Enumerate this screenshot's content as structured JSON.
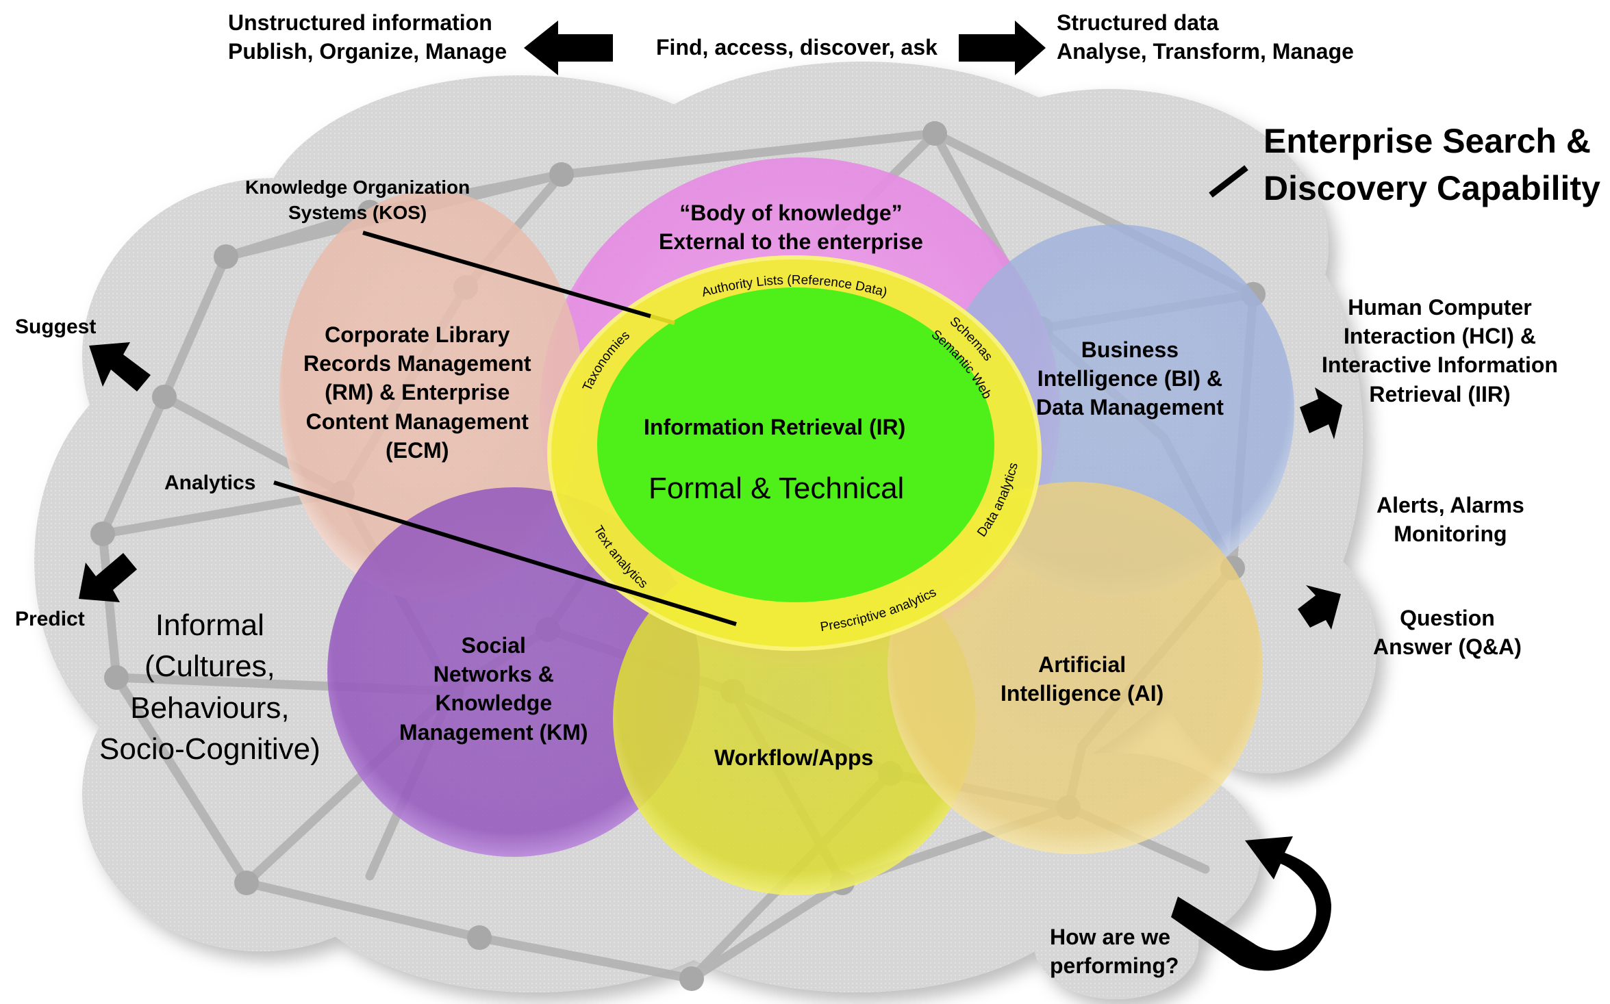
{
  "header": {
    "left": {
      "line1": "Unstructured information",
      "line2": "Publish, Organize, Manage"
    },
    "center": "Find, access, discover, ask",
    "right": {
      "line1": "Structured data",
      "line2": "Analyse, Transform, Manage"
    }
  },
  "title": {
    "line1": "Enterprise Search &",
    "line2": "Discovery Capability"
  },
  "callouts": {
    "kos": {
      "line1": "Knowledge Organization",
      "line2": "Systems (KOS)"
    },
    "analytics": "Analytics"
  },
  "left_outputs": {
    "suggest": "Suggest",
    "predict": "Predict"
  },
  "informal": {
    "line1": "Informal",
    "line2": "(Cultures,",
    "line3": "Behaviours,",
    "line4": "Socio-Cognitive)"
  },
  "right_outputs": {
    "hci": {
      "line1": "Human Computer",
      "line2": "Interaction (HCI) &",
      "line3": "Interactive Information",
      "line4": "Retrieval (IIR)"
    },
    "alerts": {
      "line1": "Alerts, Alarms",
      "line2": "Monitoring"
    },
    "qa": {
      "line1": "Question",
      "line2": "Answer (Q&A)"
    }
  },
  "feedback": {
    "line1": "How are we",
    "line2": "performing?"
  },
  "ellipses": {
    "body_of_knowledge": {
      "line1": "“Body of knowledge”",
      "line2": "External to the enterprise",
      "color": "#e98fe6"
    },
    "corporate_library": {
      "line1": "Corporate Library",
      "line2": "Records Management",
      "line3": "(RM) & Enterprise",
      "line4": "Content Management",
      "line5": "(ECM)",
      "color": "#efc4b5"
    },
    "business_intelligence": {
      "line1": "Business",
      "line2": "Intelligence (BI) &",
      "line3": "Data Management",
      "color": "#a9b9de"
    },
    "social_networks": {
      "line1": "Social",
      "line2": "Networks &",
      "line3": "Knowledge",
      "line4": "Management (KM)",
      "color": "#9c62c2"
    },
    "workflow": {
      "line1": "Workflow/Apps",
      "color": "#dede3c"
    },
    "ai": {
      "line1": "Artificial",
      "line2": "Intelligence (AI)",
      "color": "#eed58a"
    }
  },
  "core": {
    "title": "Information Retrieval (IR)",
    "subtitle": "Formal & Technical",
    "inner_color": "#4ff01a",
    "ring_color": "#f3ee38",
    "ring_labels": {
      "authority": "Authority Lists (Reference Data)",
      "taxonomies": "Taxonomies",
      "schemas": "Schemas",
      "semantic_web": "Semantic Web",
      "data_analytics": "Data analytics",
      "prescriptive": "Prescriptive analytics",
      "text_analytics": "Text  analytics"
    }
  },
  "colors": {
    "cloud": "#d9d9d9",
    "network": "#b3b3b3",
    "arrow": "#000000"
  }
}
